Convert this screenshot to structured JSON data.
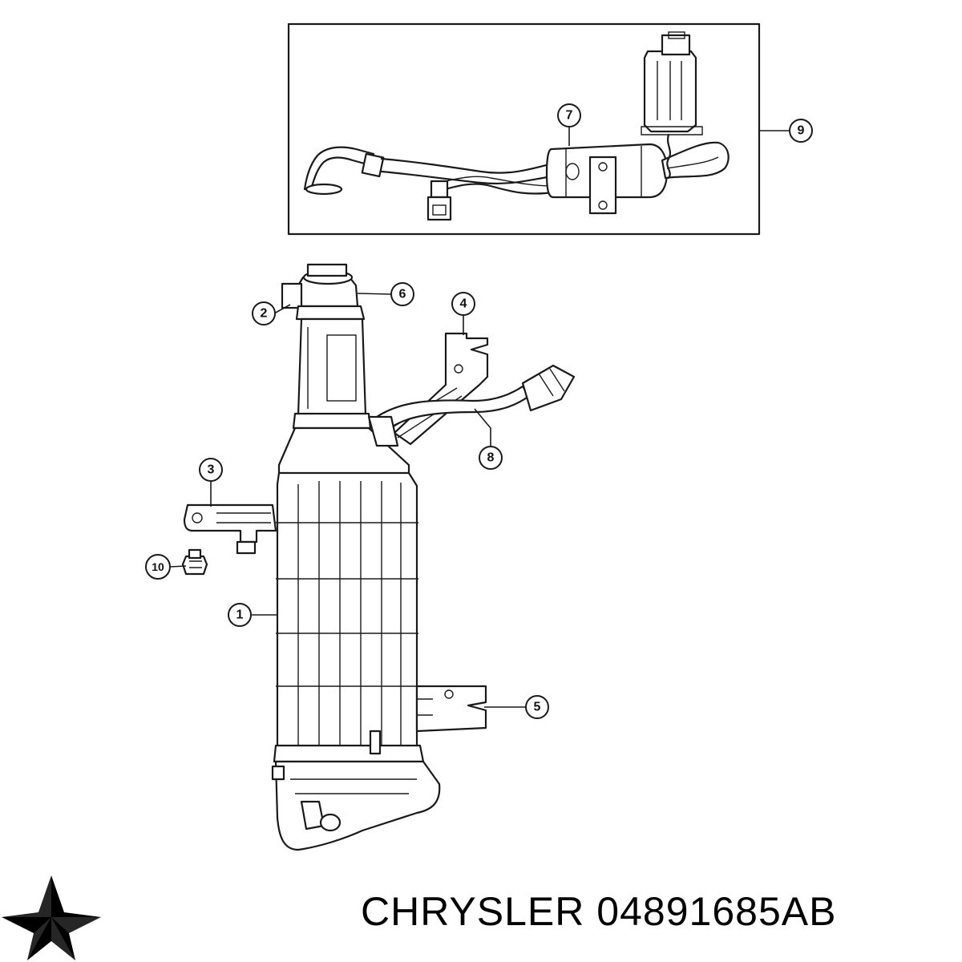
{
  "footer": {
    "brand": "CHRYSLER",
    "part_number": "04891685AB"
  },
  "callouts": [
    {
      "id": "1",
      "label": "1"
    },
    {
      "id": "2",
      "label": "2"
    },
    {
      "id": "3",
      "label": "3"
    },
    {
      "id": "4",
      "label": "4"
    },
    {
      "id": "5",
      "label": "5"
    },
    {
      "id": "6",
      "label": "6"
    },
    {
      "id": "7",
      "label": "7"
    },
    {
      "id": "8",
      "label": "8"
    },
    {
      "id": "9",
      "label": "9"
    },
    {
      "id": "10",
      "label": "10"
    }
  ],
  "logo": {
    "icon": "pentastar-icon",
    "color": "#000000"
  }
}
